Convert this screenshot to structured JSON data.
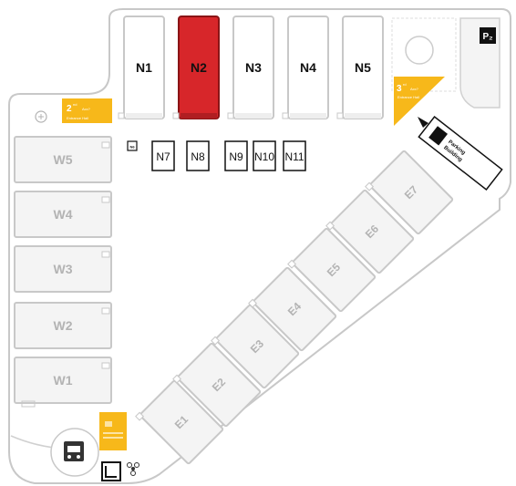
{
  "colors": {
    "selected": "#d7262a",
    "entrance": "#f7b81a",
    "outline": "#c8c8c8",
    "unit_fill": "#f4f4f4",
    "dark": "#111111"
  },
  "selected_unit": "N2",
  "north_units": [
    {
      "id": "N1",
      "label": "N1"
    },
    {
      "id": "N2",
      "label": "N2"
    },
    {
      "id": "N3",
      "label": "N3"
    },
    {
      "id": "N4",
      "label": "N4"
    },
    {
      "id": "N5",
      "label": "N5"
    }
  ],
  "small_units": [
    {
      "id": "N7",
      "label": "N7"
    },
    {
      "id": "N8",
      "label": "N8"
    },
    {
      "id": "N9",
      "label": "N9"
    },
    {
      "id": "N10",
      "label": "N10"
    },
    {
      "id": "N11",
      "label": "N11"
    }
  ],
  "small_marker": "N6",
  "west_units": [
    "W5",
    "W4",
    "W3",
    "W2",
    "W1"
  ],
  "east_units": [
    "E1",
    "E2",
    "E3",
    "E4",
    "E5",
    "E6",
    "E7"
  ],
  "entrances": {
    "entrance_2": {
      "number": "2",
      "sup": "nd",
      "short": "Acc?",
      "sub": "Entrance Hall"
    },
    "entrance_3": {
      "number": "3",
      "sup": "rd",
      "short": "Acc?",
      "sub": "Entrance Hall"
    }
  },
  "parking_sign": {
    "label": "P₂",
    "text_line1": "Parking",
    "text_line2": "Building"
  },
  "icons": {
    "parking": "parking-icon",
    "car": "car-icon",
    "toilet": "restroom-icon",
    "fan": "fan-icon",
    "arrow": "arrow-icon",
    "building": "building-icon"
  }
}
